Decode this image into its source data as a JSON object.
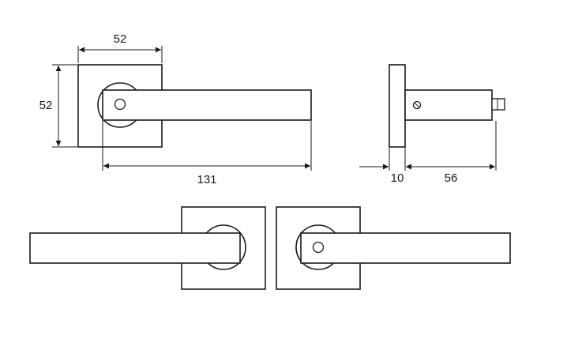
{
  "dimensions": {
    "rose_width": "52",
    "rose_height": "52",
    "lever_length": "131",
    "rose_thickness": "10",
    "projection": "56"
  },
  "colors": {
    "line": "#1a1a1a",
    "background": "#ffffff"
  }
}
